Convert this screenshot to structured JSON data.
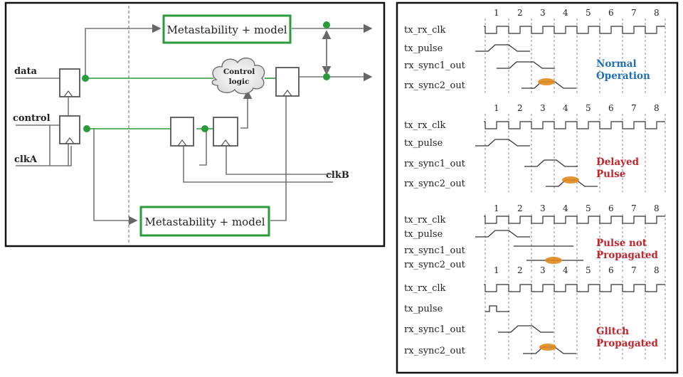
{
  "schematic": {
    "inputs": {
      "data": "data",
      "control": "control",
      "clkA": "clkA"
    },
    "clkB": "clkB",
    "model_top": "Metastability + model",
    "model_bottom": "Metastability + model",
    "control_logic": [
      "Control",
      "logic"
    ]
  },
  "waveforms": {
    "cycle_numbers": [
      "1",
      "2",
      "3",
      "4",
      "5",
      "6",
      "7",
      "8"
    ],
    "colors": {
      "normal": "#1f6fb0",
      "error": "#c0262d",
      "glitch_marker": "#e08a1e",
      "wire_green": "#2a9a3a"
    },
    "panels": [
      {
        "id": "normal",
        "signals": [
          "tx_rx_clk",
          "tx_pulse",
          "rx_sync1_out",
          "rx_sync2_out"
        ],
        "caption": [
          "Normal",
          "Operation"
        ]
      },
      {
        "id": "delayed",
        "signals": [
          "tx_rx_clk",
          "tx_pulse",
          "rx_sync1_out",
          "rx_sync2_out"
        ],
        "caption": [
          "Delayed",
          "Pulse"
        ]
      },
      {
        "id": "not-propagated",
        "signals": [
          "tx_rx_clk",
          "tx_pulse",
          "rx_sync1_out",
          "rx_sync2_out"
        ],
        "caption": [
          "Pulse not",
          "Propagated"
        ]
      },
      {
        "id": "glitch",
        "signals": [
          "tx_rx_clk",
          "tx_pulse",
          "rx_sync1_out",
          "rx_sync2_out"
        ],
        "caption": [
          "Glitch",
          "Propagated"
        ]
      }
    ]
  }
}
